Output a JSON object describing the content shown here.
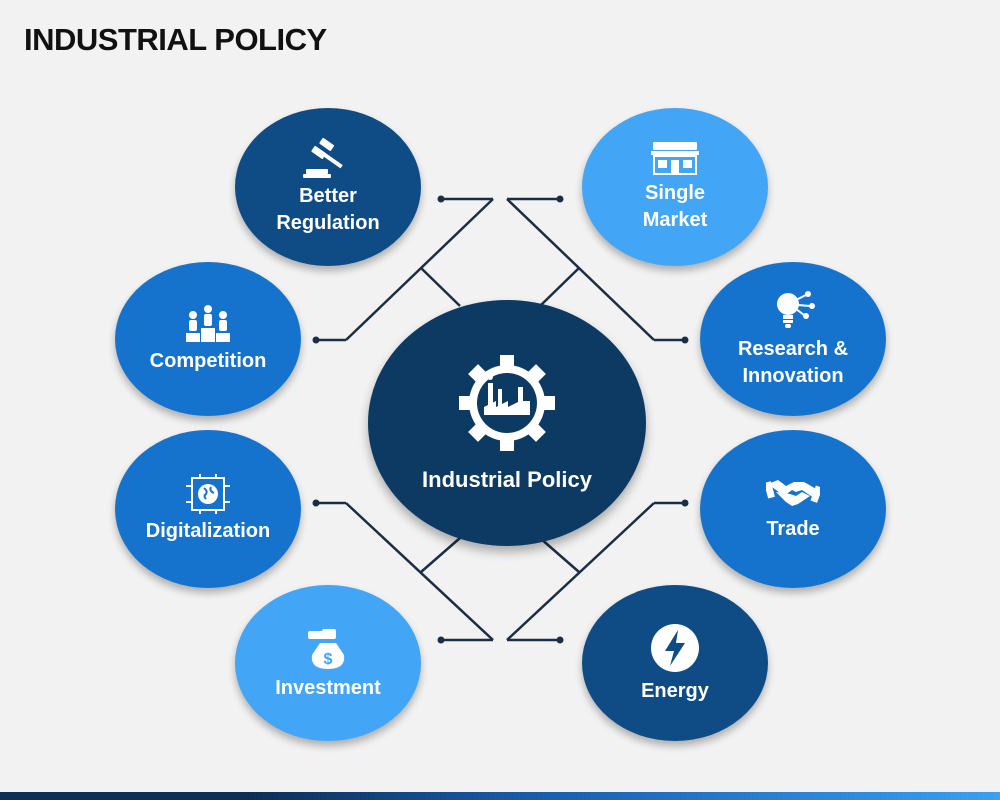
{
  "title": "INDUSTRIAL POLICY",
  "center": {
    "label": "Industrial Policy",
    "icon": "gear-factory-icon"
  },
  "nodes": [
    {
      "id": "better-regulation",
      "label": "Better\nRegulation",
      "icon": "gavel-icon",
      "color": "#0f4b85"
    },
    {
      "id": "single-market",
      "label": "Single\nMarket",
      "icon": "market-store-icon",
      "color": "#42a5f5"
    },
    {
      "id": "competition",
      "label": "Competition",
      "icon": "podium-people-icon",
      "color": "#1673cd"
    },
    {
      "id": "research-innovation",
      "label": "Research &\nInnovation",
      "icon": "lightbulb-network-icon",
      "color": "#1673cd"
    },
    {
      "id": "digitalization",
      "label": "Digitalization",
      "icon": "globe-circuit-icon",
      "color": "#1673cd"
    },
    {
      "id": "trade",
      "label": "Trade",
      "icon": "handshake-icon",
      "color": "#1673cd"
    },
    {
      "id": "investment",
      "label": "Investment",
      "icon": "money-bag-icon",
      "color": "#42a5f5"
    },
    {
      "id": "energy",
      "label": "Energy",
      "icon": "lightning-bolt-icon",
      "color": "#0f4b85"
    }
  ],
  "colors": {
    "dark": "#0f4b85",
    "mid": "#1673cd",
    "light": "#42a5f5",
    "center": "#0d3a63",
    "connector": "#1c2e45"
  }
}
